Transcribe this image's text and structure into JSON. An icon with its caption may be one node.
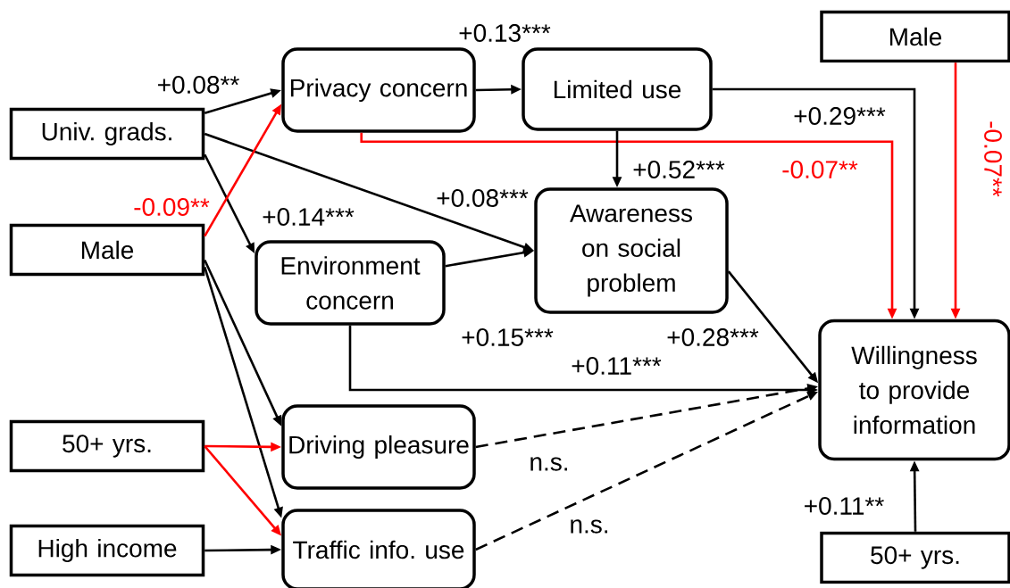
{
  "diagram": {
    "nodes": [
      {
        "text": [
          "Univ. grads."
        ]
      },
      {
        "text": [
          "Male"
        ]
      },
      {
        "text": [
          "50+ yrs."
        ]
      },
      {
        "text": [
          "High income"
        ]
      },
      {
        "text": [
          "Privacy concern"
        ]
      },
      {
        "text": [
          "Limited use"
        ]
      },
      {
        "text": [
          "Male"
        ]
      },
      {
        "text": [
          "Environment concern"
        ]
      },
      {
        "text": [
          "Awareness on social problem"
        ]
      },
      {
        "text": [
          "Driving pleasure"
        ]
      },
      {
        "text": [
          "Traffic info. use"
        ]
      },
      {
        "text": [
          "Willingness to provide information"
        ]
      },
      {
        "text": [
          "50+ yrs."
        ]
      }
    ],
    "edges": [
      {
        "from": 0,
        "to": 4,
        "arrow": "to",
        "label": "+0.08**"
      },
      {
        "from": 0,
        "to": 8,
        "arrow": "to",
        "label": "+0.08***"
      },
      {
        "from": 0,
        "to": 7,
        "arrow": "to",
        "label": "+0.14***"
      },
      {
        "from": 1,
        "to": 4,
        "arrow": "to",
        "label": "-0.09**",
        "color": "#ff0000"
      },
      {
        "from": 1,
        "to": 9,
        "arrow": "to"
      },
      {
        "from": 1,
        "to": 10,
        "arrow": "to"
      },
      {
        "from": 2,
        "to": 9,
        "arrow": "to",
        "color": "#ff0000"
      },
      {
        "from": 2,
        "to": 10,
        "arrow": "to",
        "color": "#ff0000"
      },
      {
        "from": 3,
        "to": 10,
        "arrow": "to"
      },
      {
        "from": 4,
        "to": 5,
        "arrow": "to",
        "label": "+0.13***"
      },
      {
        "from": 4,
        "to": 11,
        "arrow": "to",
        "label": "-0.07**",
        "color": "#ff0000"
      },
      {
        "from": 5,
        "to": 8,
        "arrow": "to",
        "label": "+0.52***"
      },
      {
        "from": 5,
        "to": 11,
        "arrow": "to",
        "label": "+0.29***"
      },
      {
        "from": 6,
        "to": 11,
        "arrow": "to",
        "label": "-0.07**",
        "color": "#ff0000"
      },
      {
        "from": 7,
        "to": 8,
        "arrow": "to",
        "label": "+0.15***"
      },
      {
        "from": 7,
        "to": 11,
        "arrow": "to",
        "label": "+0.11***"
      },
      {
        "from": 8,
        "to": 11,
        "arrow": "to",
        "label": "+0.28***"
      },
      {
        "from": 9,
        "to": 11,
        "arrow": "to",
        "label": "n.s.",
        "style": "dashed"
      },
      {
        "from": 10,
        "to": 11,
        "arrow": "to",
        "label": "n.s.",
        "style": "dashed"
      },
      {
        "from": 12,
        "to": 11,
        "arrow": "to",
        "label": "+0.11**"
      }
    ]
  }
}
